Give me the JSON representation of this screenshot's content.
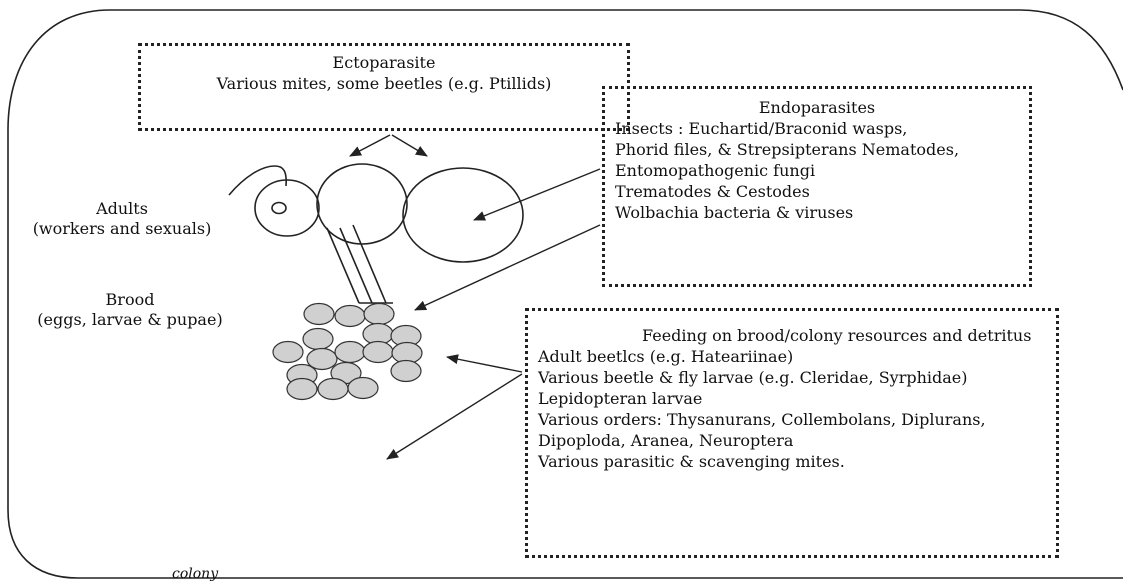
{
  "ectoparasite": {
    "title": "Ectoparasite",
    "text": "Various mites, some beetles (e.g. Ptillids)"
  },
  "endoparasites": {
    "title": "Endoparasites",
    "lines": [
      "Insects : Euchartid/Braconid wasps,",
      "Phorid files, & Strepsipterans Nematodes,",
      "Entomopathogenic fungi",
      "Trematodes & Cestodes",
      "Wolbachia bacteria & viruses"
    ]
  },
  "feeding": {
    "title": "Feeding on brood/colony resources and detritus",
    "lines": [
      "Adult beetlcs (e.g. Hateariinae)",
      "Various beetle & fly larvae (e.g. Cleridae, Syrphidae)",
      "Lepidopteran larvae",
      "Various orders: Thysanurans, Collembolans, Diplurans,",
      "Dipoploda, Aranea, Neuroptera",
      "Various parasitic & scavenging mites."
    ]
  },
  "adults": {
    "line1": "Adults",
    "line2": "(workers and sexuals)"
  },
  "brood": {
    "line1": "Brood",
    "line2": "(eggs, larvae & pupae)"
  },
  "colony_label": "colony",
  "colors": {
    "line": "#222222",
    "egg_fill": "#d0d0d0",
    "egg_stroke": "#333333"
  }
}
